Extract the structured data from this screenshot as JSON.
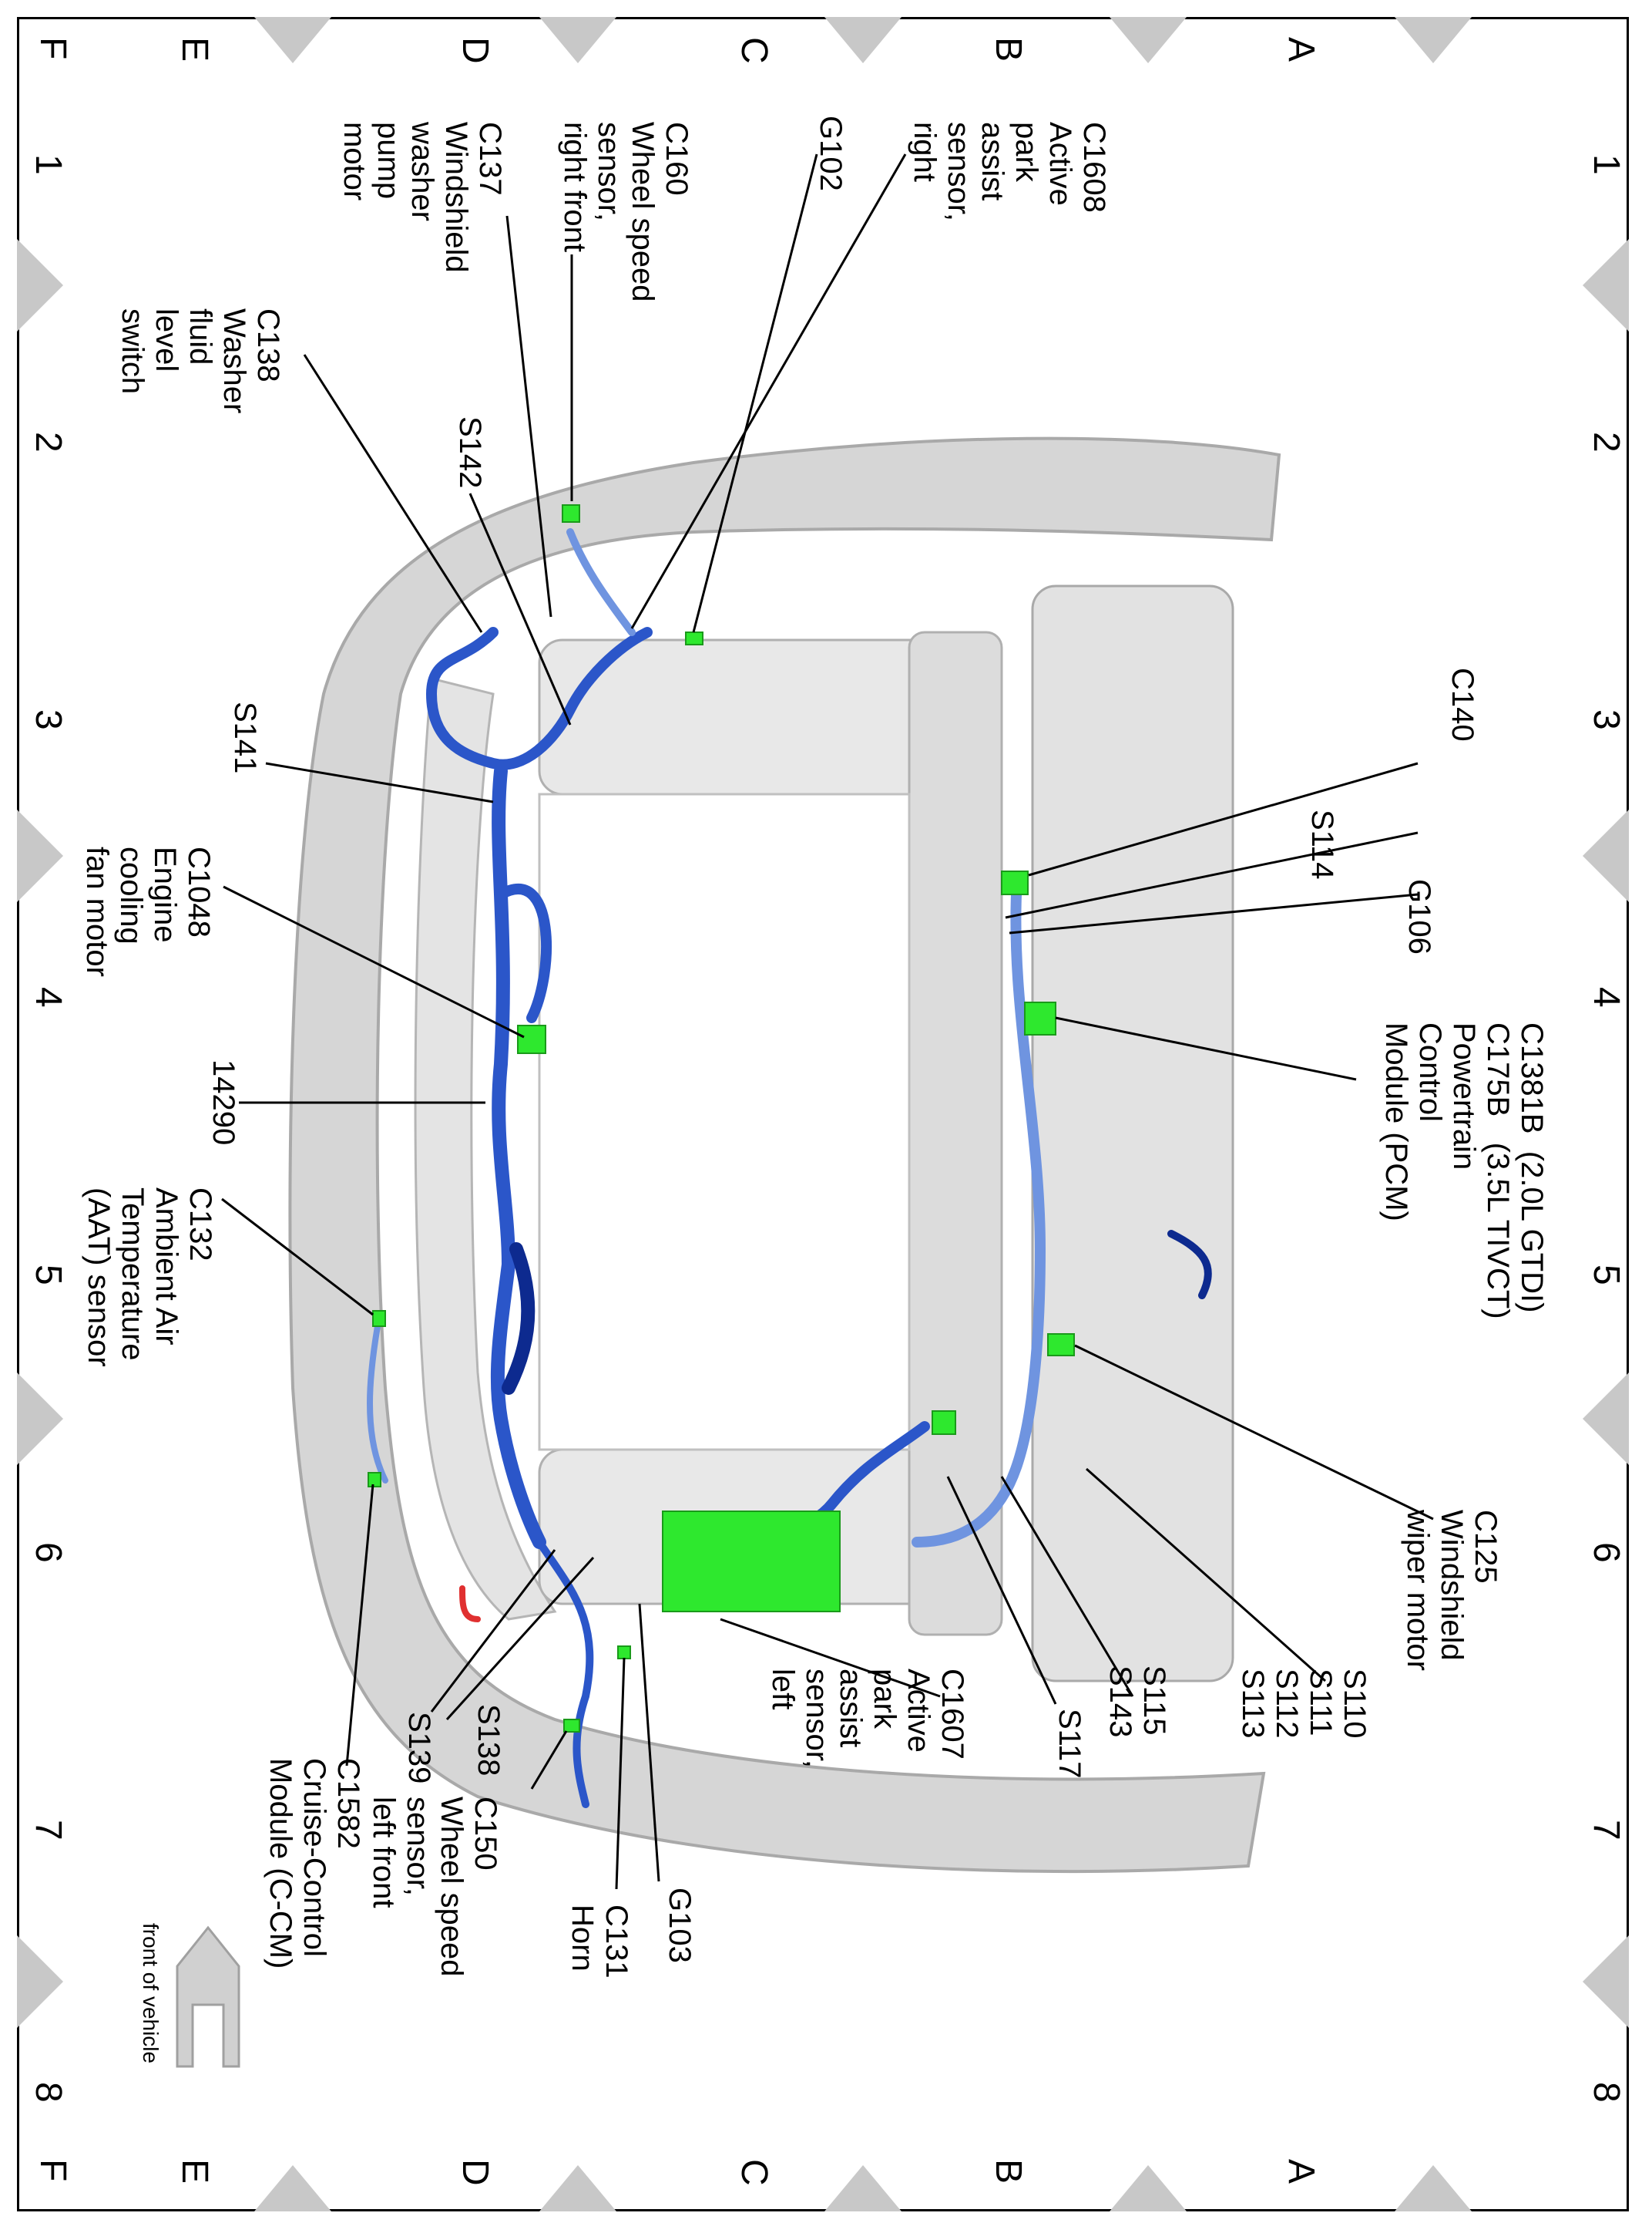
{
  "grid": {
    "rows": [
      "A",
      "B",
      "C",
      "D",
      "E",
      "F"
    ],
    "cols": [
      "1",
      "2",
      "3",
      "4",
      "5",
      "6",
      "7",
      "8"
    ]
  },
  "orientation_label": "front of vehicle",
  "labels": {
    "c1608": "C1608\nActive\npark\nassist\nsensor,\nright",
    "g102": "G102",
    "c160": "C160\nWheel speed\nsensor,\nright front",
    "c137": "C137\nWindshield\nwasher\npump\nmotor",
    "c138": "C138\nWasher\nfluid\nlevel\nswitch",
    "s142": "S142",
    "s141": "S141",
    "c1048": "C1048\nEngine\ncooling\nfan motor",
    "n14290": "14290",
    "c132": "C132\nAmbient Air\nTemperature\n(AAT) sensor",
    "c140": "C140",
    "s114": "S114",
    "g106": "G106",
    "pcm": "C1381B  (2.0L GTDI)\nC175B   (3.5L TIVCT)\nPowertrain\nControl\nModule (PCM)",
    "c125": "C125\nWindshield\nwiper motor",
    "s110": "S110\nS111\nS112\nS113",
    "s115": "S115\nS143",
    "s117": "S117",
    "c1607": "C1607\nActive\npark\nassist\nsensor,\nleft",
    "g103": "G103",
    "c131": "C131\nHorn",
    "c150": "C150\nWheel speed\nsensor,\nleft front",
    "s138": "S138",
    "s139": "S139",
    "c1582": "C1582\nCruise-Control\nModule (C-CM)"
  },
  "colors": {
    "harness": "#2b56c9",
    "harness_dark": "#0d2a8f",
    "harness_light": "#6f94e0",
    "connector": "#2ee82e",
    "body_gray": "#d6d6d6",
    "edge_gray": "#a9a9a9",
    "marker_gray": "#c8c8c8",
    "accent_red": "#e03030"
  }
}
